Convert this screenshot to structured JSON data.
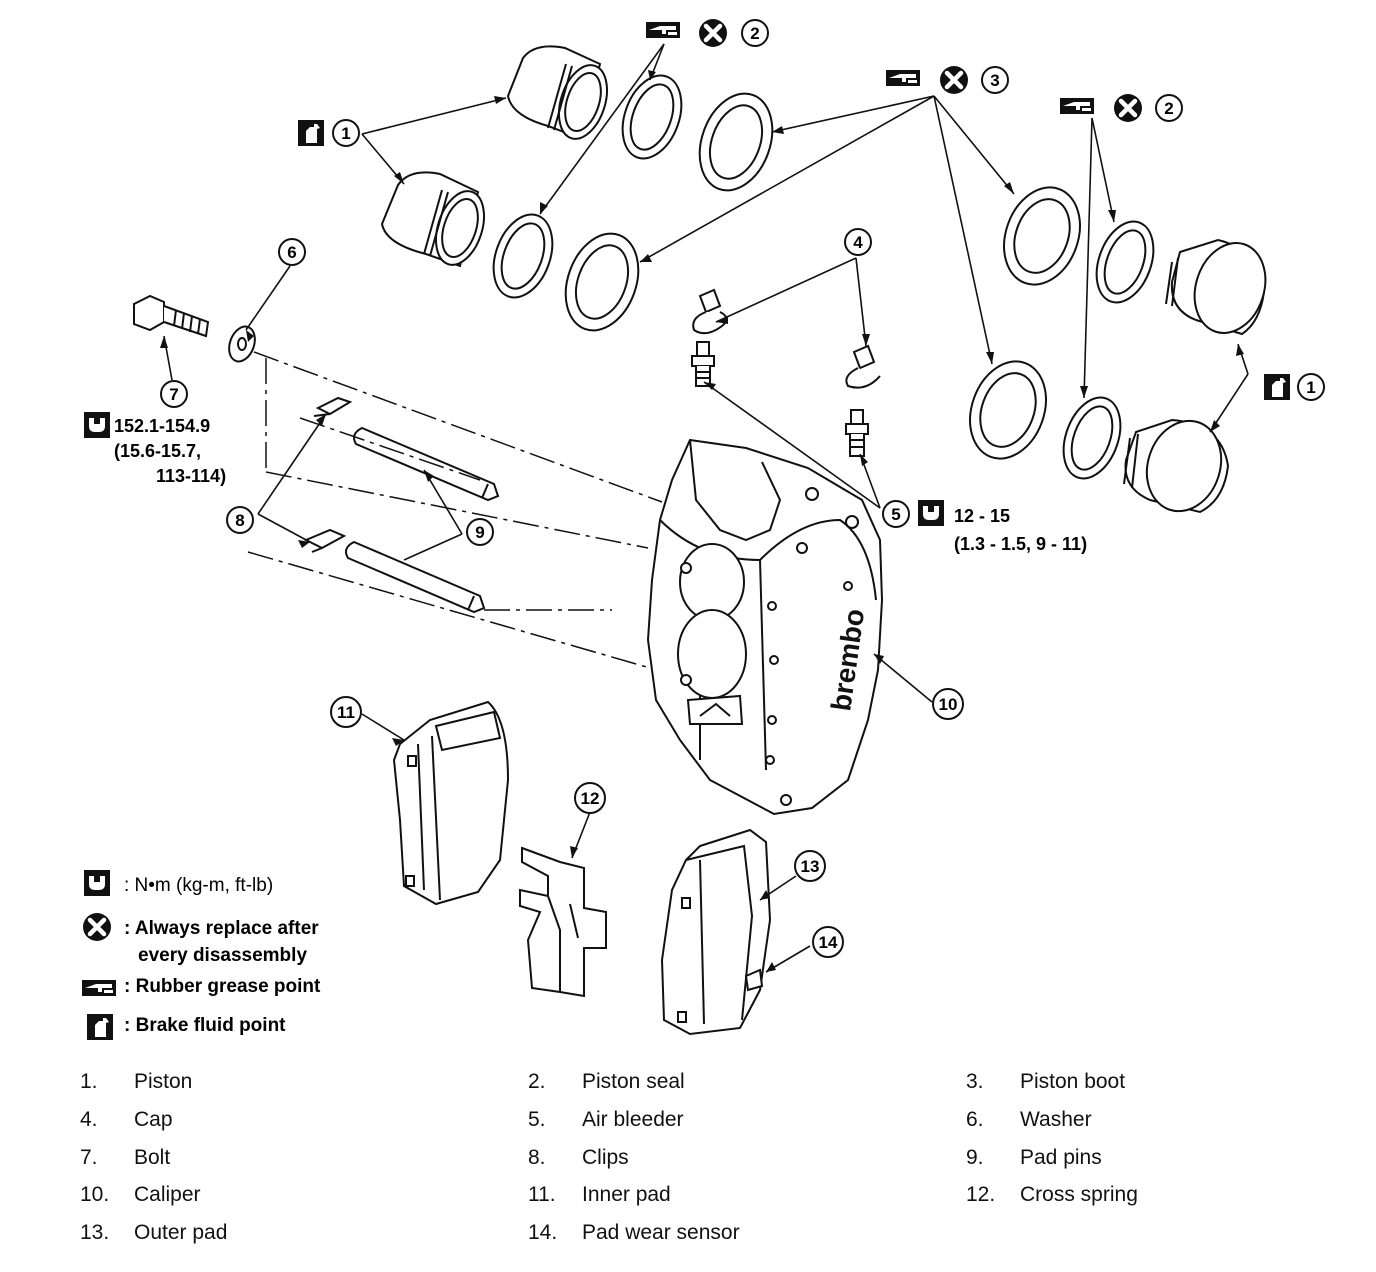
{
  "callouts": {
    "c1": "1",
    "c2": "2",
    "c3": "3",
    "c4": "4",
    "c5": "5",
    "c6": "6",
    "c7": "7",
    "c8": "8",
    "c9": "9",
    "c10": "10",
    "c11": "11",
    "c12": "12",
    "c13": "13",
    "c14": "14"
  },
  "torque_bolt": {
    "line1": "152.1-154.9",
    "line2": "(15.6-15.7,",
    "line3": "113-114)"
  },
  "torque_bleeder": {
    "line1": "12 - 15",
    "line2": "(1.3 - 1.5, 9 - 11)"
  },
  "caliper_brand": "brembo",
  "legend": {
    "torque_unit": ": N•m  (kg-m,  ft-lb)",
    "replace_line1": ": Always replace after",
    "replace_line2": "every disassembly",
    "grease": ": Rubber grease point",
    "fluid": ": Brake fluid point"
  },
  "parts": [
    {
      "num": "1.",
      "name": "Piston"
    },
    {
      "num": "2.",
      "name": "Piston seal"
    },
    {
      "num": "3.",
      "name": "Piston boot"
    },
    {
      "num": "4.",
      "name": "Cap"
    },
    {
      "num": "5.",
      "name": "Air bleeder"
    },
    {
      "num": "6.",
      "name": "Washer"
    },
    {
      "num": "7.",
      "name": "Bolt"
    },
    {
      "num": "8.",
      "name": "Clips"
    },
    {
      "num": "9.",
      "name": "Pad pins"
    },
    {
      "num": "10.",
      "name": "Caliper"
    },
    {
      "num": "11.",
      "name": "Inner pad"
    },
    {
      "num": "12.",
      "name": "Cross spring"
    },
    {
      "num": "13.",
      "name": "Outer pad"
    },
    {
      "num": "14.",
      "name": "Pad wear sensor"
    }
  ]
}
